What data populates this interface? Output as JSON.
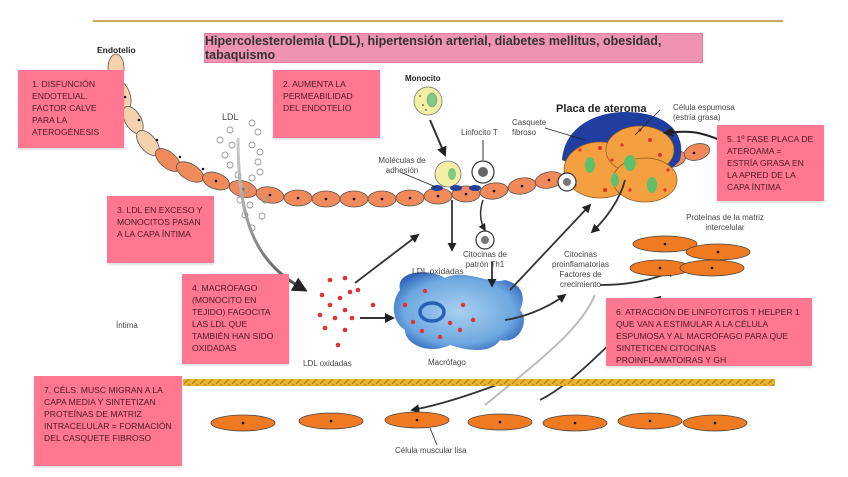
{
  "banner": {
    "risk_factors": "Hipercolesterolemia (LDL), hipertensión arterial, diabetes mellitus, obesidad, tabaquismo"
  },
  "labels": {
    "endotelio": "Endotelio",
    "ldl": "LDL",
    "monocito": "Monocito",
    "linfocito_t": "Linfocito T",
    "moleculas_adhesion": "Moléculas de adhesión",
    "placa_ateroma": "Placa de ateroma",
    "casquete_fibroso": "Casquete fibroso",
    "celula_espumosa": "Célula espumosa (estría grasa)",
    "citocinas_th1": "Citocinas de patrón Th1",
    "ldl_oxidadas_top": "LDL oxidadas",
    "ldl_oxidadas_bottom": "LDL oxidadas",
    "citocinas_proinflamatorias": "Citocinas proinflamatorias Factores de crecimiento",
    "proteinas_matriz": "Proteínas de la matriz intercelular",
    "macrofago": "Macrófago",
    "intima": "Íntima",
    "celula_muscular_lisa": "Célula muscular lisa"
  },
  "notes": [
    {
      "id": 1,
      "text": "1. DISFUNCIÓN ENDOTELIAL. FACTOR CALVE PARA LA ATEROGÉNESIS"
    },
    {
      "id": 2,
      "text": "2. AUMENTA LA PERMEABILIDAD DEL ENDOTELIO"
    },
    {
      "id": 3,
      "text": "3. LDL EN EXCESO Y MONOCITOS PASAN A LA CAPA ÍNTIMA"
    },
    {
      "id": 4,
      "text": "4. MACRÓFAGO (MONOCITO EN TEJIDO) FAGOCITA LAS LDL QUE TAMBIÉN HAN SIDO OXIDADAS"
    },
    {
      "id": 5,
      "text": "5. 1º FASE PLACA DE ATEROAMA = ESTRÍA GRASA EN LA APRED DE LA CAPA ÍNTIMA"
    },
    {
      "id": 6,
      "text": "6. ATRACCIÓN DE LINFOTCITOS T HELPER 1 QUE VAN A ESTIMULAR A LA CÉLULA ESPUMOSA Y AL MACRÓFAGO PARA QUE SINTETICEN CITOCINAS PROINFLAMATOIRAS Y GH"
    },
    {
      "id": 7,
      "text": "7. CÉLS. MUSC MIGRAN A LA CAPA MEDIA Y SINTETIZAN PROTEÍNAS DE MATRIZ INTRACELULAR = FORMACIÓN DEL CASQUETE FIBROSO"
    }
  ],
  "colors": {
    "note_bg": "#ff7790",
    "banner_bg": "#ee93b2",
    "endothelial_cell": "#f08a5a",
    "endothelial_cell_light": "#f3d2ad",
    "smooth_muscle": "#f07a22",
    "plaque_cap": "#1f3ea0",
    "foam_cell": "#f5a040",
    "macrophage": "#6ea8e0",
    "ldl_oxidized": "#e53030",
    "elastic_lamina": "#e8b430"
  }
}
